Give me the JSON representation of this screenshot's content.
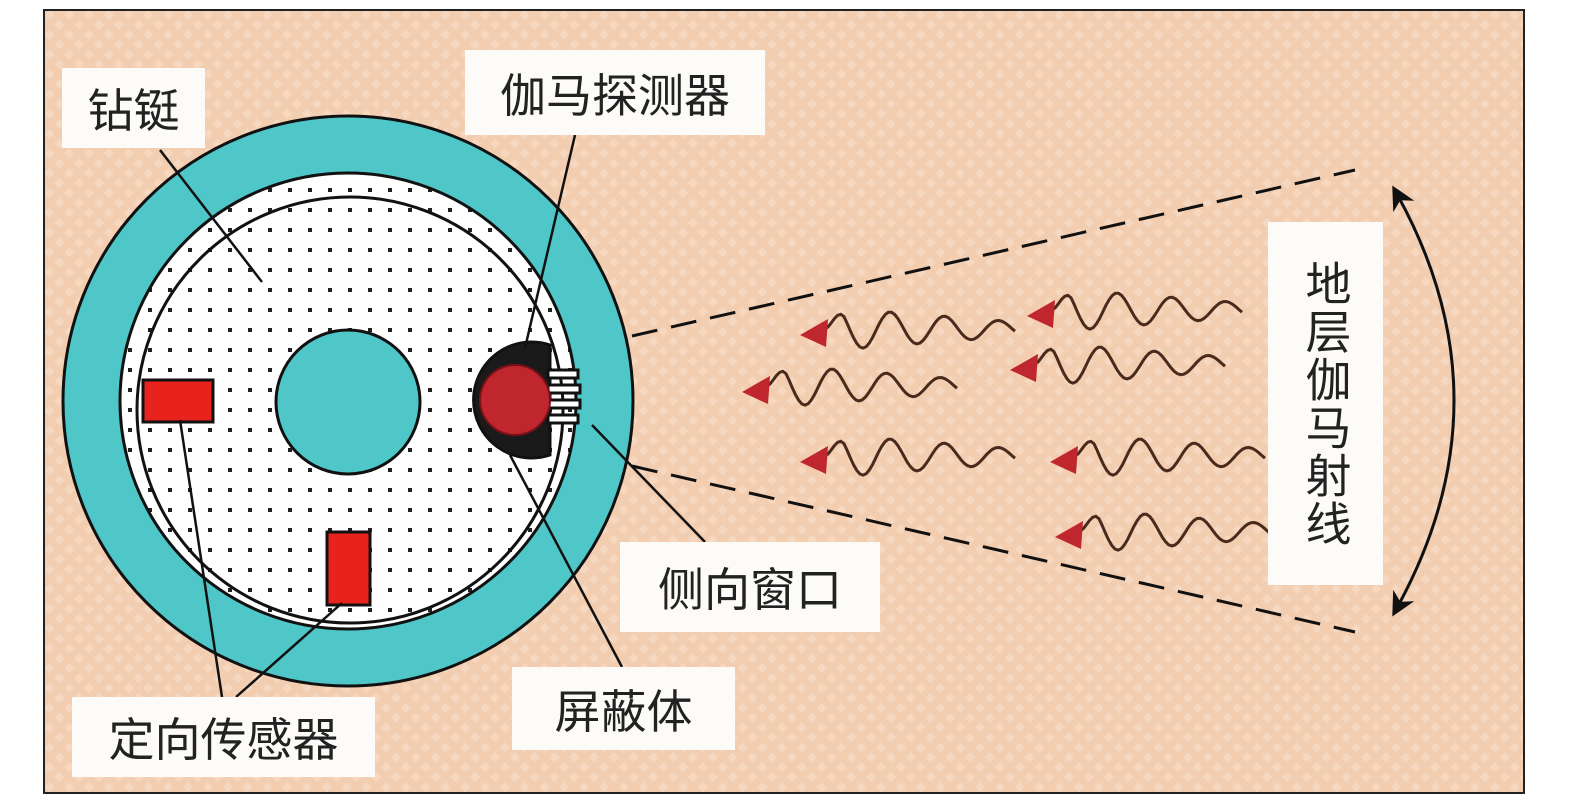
{
  "labels": {
    "drill_collar": "钻铤",
    "gamma_detector": "伽马探测器",
    "side_window": "侧向窗口",
    "shield": "屏蔽体",
    "orientation_sensor": "定向传感器",
    "formation_gamma": "地层伽马射线"
  },
  "colors": {
    "background": "#f2cdb0",
    "collar": "#4fc6c8",
    "sensor": "#e8231e",
    "detector": "#c0262e",
    "shield": "#1a1a1a"
  }
}
